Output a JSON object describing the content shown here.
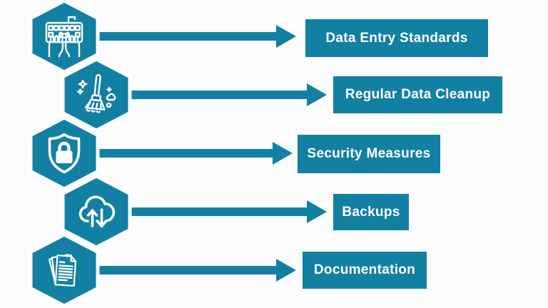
{
  "palette": {
    "teal": "#1280a2",
    "label_text": "#ffffff",
    "background": "#fcfcfc"
  },
  "diagram": {
    "type": "process-infographic",
    "rows": [
      {
        "label": "Data Entry Standards",
        "icon": "keyboard-typing-icon"
      },
      {
        "label": "Regular Data Cleanup",
        "icon": "broom-sweep-icon"
      },
      {
        "label": "Security Measures",
        "icon": "shield-lock-icon"
      },
      {
        "label": "Backups",
        "icon": "cloud-sync-icon"
      },
      {
        "label": "Documentation",
        "icon": "paper-stack-icon"
      }
    ],
    "connector": "right-arrow"
  }
}
